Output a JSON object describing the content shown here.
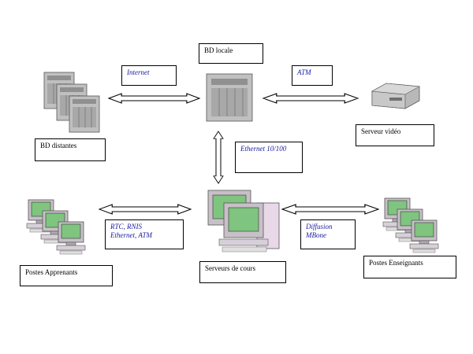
{
  "labels": {
    "bd_locale": "BD locale",
    "bd_distantes": "BD distantes",
    "serveur_video": "Serveur vidéo",
    "postes_apprenants": "Postes Apprenants",
    "serveurs_de_cours": "Serveurs de cours",
    "postes_enseignants": "Postes Enseignants"
  },
  "links": {
    "internet": "Internet",
    "atm": "ATM",
    "ethernet": "Ethernet 10/100",
    "rtc_line1": "RTC, RNIS",
    "rtc_line2": "Ethernet, ATM",
    "diffusion_line1": "Diffusion",
    "diffusion_line2": "MBone"
  },
  "icons": {
    "bd_distantes": "server-rack-stack-icon",
    "bd_locale": "server-rack-icon",
    "serveur_video": "video-server-icon",
    "postes_apprenants": "workstation-group-icon",
    "serveurs_de_cours": "course-server-icon",
    "postes_enseignants": "workstation-group-icon"
  },
  "colors": {
    "link_text": "#1a1aa0",
    "screen": "#7fc47f",
    "monitor_body": "#c8c0c8",
    "server_gray": "#c0c0c0"
  }
}
